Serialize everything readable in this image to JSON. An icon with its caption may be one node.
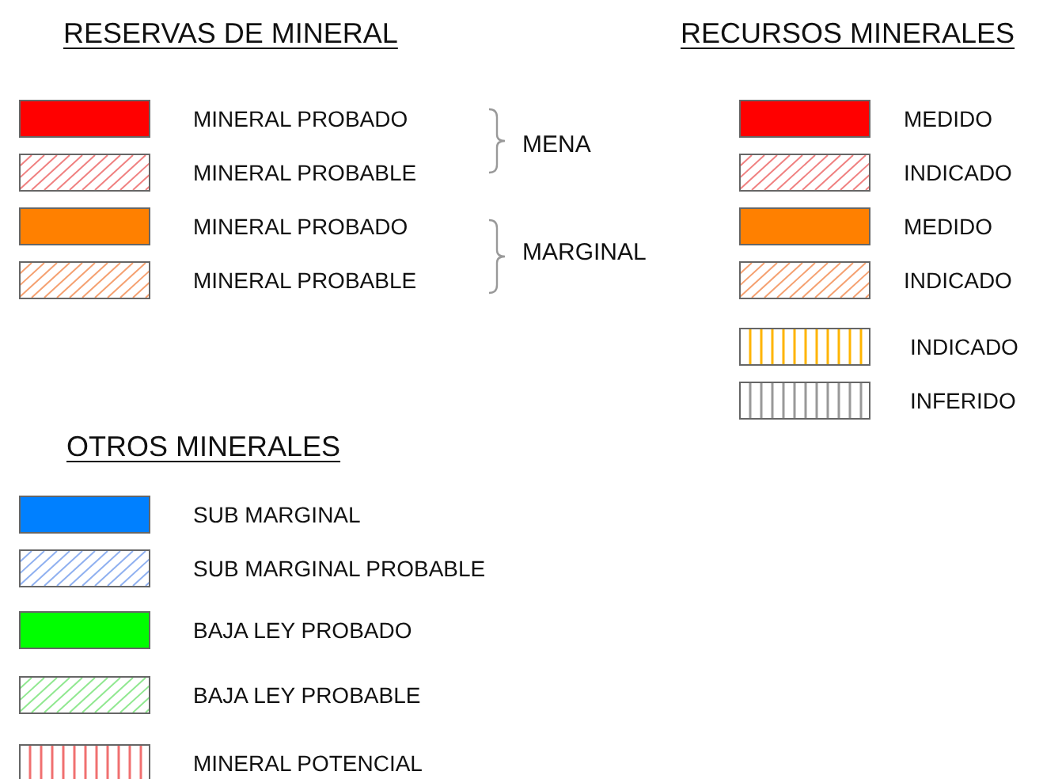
{
  "diagram": {
    "labels": [
      "RESERVAS DE MINERAL",
      "RECURSOS MINERALES",
      "MENA",
      "MARGINAL",
      "OTROS MINERALES"
    ],
    "legend": [
      {
        "text": "MINERAL PROBADO",
        "color": "#ff0000"
      },
      {
        "text": "MINERAL PROBABLE"
      },
      {
        "text": "MINERAL PROBADO",
        "color": "#ff8000"
      },
      {
        "text": "MINERAL PROBABLE"
      },
      {
        "text": "MEDIDO",
        "color": "#ff0000"
      },
      {
        "text": "INDICADO"
      },
      {
        "text": "MEDIDO",
        "color": "#ff8000"
      },
      {
        "text": "INDICADO"
      },
      {
        "text": "INDICADO"
      },
      {
        "text": "INFERIDO"
      },
      {
        "text": "SUB MARGINAL",
        "color": "#0080ff"
      },
      {
        "text": "SUB MARGINAL PROBABLE"
      },
      {
        "text": "BAJA LEY PROBADO",
        "color": "#00ff00"
      },
      {
        "text": "BAJA LEY PROBABLE"
      },
      {
        "text": "MINERAL POTENCIAL"
      }
    ]
  }
}
